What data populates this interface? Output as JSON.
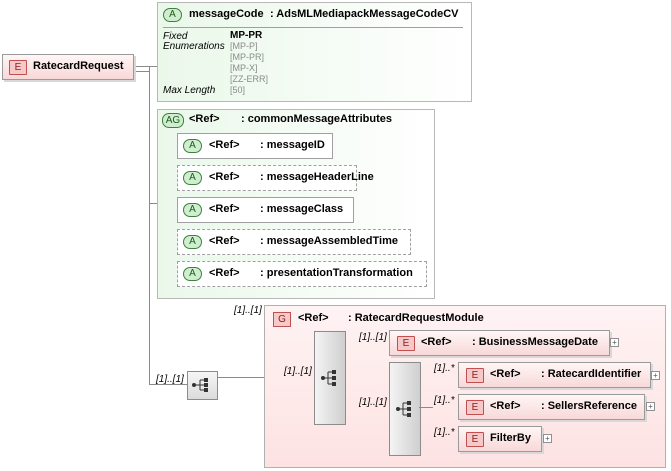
{
  "root": {
    "badge": "E",
    "name": "RatecardRequest"
  },
  "messageCode": {
    "badge": "A",
    "name": "messageCode",
    "type": ": AdsMLMediapackMessageCodeCV",
    "fixed_label": "Fixed",
    "fixed_value": "MP-PR",
    "enum_label": "Enumerations",
    "enumerations": [
      "[MP-P]",
      "[MP-PR]",
      "[MP-X]",
      "[ZZ-ERR]"
    ],
    "maxlen_label": "Max Length",
    "maxlen_value": "[50]"
  },
  "attrGroup": {
    "badge": "AG",
    "ref": "<Ref>",
    "name": ": commonMessageAttributes",
    "attributes": [
      {
        "badge": "A",
        "ref": "<Ref>",
        "name": ": messageID"
      },
      {
        "badge": "A",
        "ref": "<Ref>",
        "name": ": messageHeaderLine"
      },
      {
        "badge": "A",
        "ref": "<Ref>",
        "name": ": messageClass"
      },
      {
        "badge": "A",
        "ref": "<Ref>",
        "name": ": messageAssembledTime"
      },
      {
        "badge": "A",
        "ref": "<Ref>",
        "name": ": presentationTransformation"
      }
    ]
  },
  "outerSequence": {
    "cardinality": "[1]..[1]"
  },
  "group": {
    "badge": "G",
    "ref": "<Ref>",
    "name": ": RatecardRequestModule",
    "cardinality": "[1]..[1]",
    "seq_cardinality": "[1]..[1]",
    "businessMessageDate": {
      "badge": "E",
      "ref": "<Ref>",
      "name": ": BusinessMessageDate",
      "cardinality": "[1]..[1]"
    },
    "innerSequence": {
      "cardinality": "[1]..[1]"
    },
    "ratecardIdentifier": {
      "badge": "E",
      "ref": "<Ref>",
      "name": ": RatecardIdentifier",
      "cardinality": "[1]..*"
    },
    "sellersReference": {
      "badge": "E",
      "ref": "<Ref>",
      "name": ": SellersReference",
      "cardinality": "[1]..*"
    },
    "filterBy": {
      "badge": "E",
      "name": "FilterBy",
      "cardinality": "[1]..*"
    }
  },
  "plus_glyph": "+"
}
